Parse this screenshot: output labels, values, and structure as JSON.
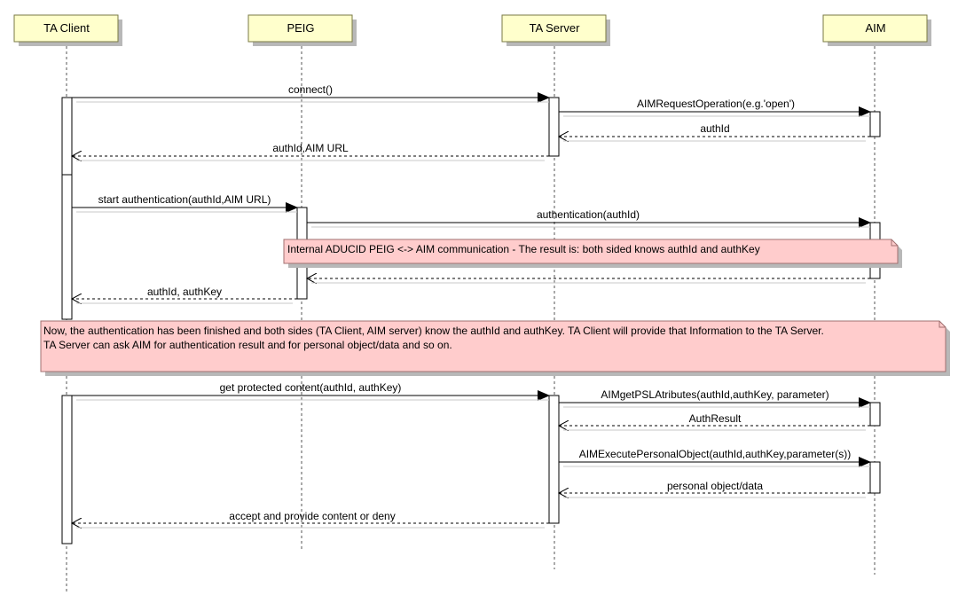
{
  "diagram": {
    "actors": [
      {
        "id": "ta_client",
        "label": "TA Client"
      },
      {
        "id": "peig",
        "label": "PEIG"
      },
      {
        "id": "ta_server",
        "label": "TA Server"
      },
      {
        "id": "aim",
        "label": "AIM"
      }
    ],
    "messages": [
      {
        "id": "m1",
        "from": "ta_client",
        "to": "ta_server",
        "label": "connect()",
        "kind": "call"
      },
      {
        "id": "m2",
        "from": "ta_server",
        "to": "aim",
        "label": "AIMRequestOperation(e.g.'open')",
        "kind": "call"
      },
      {
        "id": "m3",
        "from": "aim",
        "to": "ta_server",
        "label": "authId",
        "kind": "return"
      },
      {
        "id": "m4",
        "from": "ta_server",
        "to": "ta_client",
        "label": "authId,AIM URL",
        "kind": "return"
      },
      {
        "id": "m5",
        "from": "ta_client",
        "to": "peig",
        "label": "start authentication(authId,AIM URL)",
        "kind": "call"
      },
      {
        "id": "m6",
        "from": "peig",
        "to": "aim",
        "label": "authentication(authId)",
        "kind": "call"
      },
      {
        "id": "m7",
        "from": "aim",
        "to": "peig",
        "label": "",
        "kind": "return"
      },
      {
        "id": "m8",
        "from": "peig",
        "to": "ta_client",
        "label": "authId, authKey",
        "kind": "return"
      },
      {
        "id": "m9",
        "from": "ta_client",
        "to": "ta_server",
        "label": "get protected content(authId, authKey)",
        "kind": "call"
      },
      {
        "id": "m10",
        "from": "ta_server",
        "to": "aim",
        "label": "AIMgetPSLAtributes(authId,authKey, parameter)",
        "kind": "call"
      },
      {
        "id": "m11",
        "from": "aim",
        "to": "ta_server",
        "label": "AuthResult",
        "kind": "return"
      },
      {
        "id": "m12",
        "from": "ta_server",
        "to": "aim",
        "label": "AIMExecutePersonalObject(authId,authKey,parameter(s))",
        "kind": "call"
      },
      {
        "id": "m13",
        "from": "aim",
        "to": "ta_server",
        "label": "personal object/data",
        "kind": "return"
      },
      {
        "id": "m14",
        "from": "ta_server",
        "to": "ta_client",
        "label": "accept and provide content or deny",
        "kind": "return"
      }
    ],
    "notes": [
      {
        "id": "n1",
        "lines": [
          "Internal ADUCID PEIG <-> AIM communication  - The result is: both sided knows authId and authKey"
        ]
      },
      {
        "id": "n2",
        "lines": [
          "Now, the authentication has been finished and both sides (TA Client, AIM server) know the authId and authKey. TA Client will provide that Information to the TA Server.",
          "TA Server can ask AIM for authentication result and  for personal object/data and so on."
        ]
      }
    ],
    "colors": {
      "actor_fill": "#ffffcc",
      "actor_border": "#7a7a44",
      "note_fill": "#ffcccc",
      "note_border": "#a07070",
      "line": "#000000",
      "shadow": "#b8b8b8"
    }
  }
}
